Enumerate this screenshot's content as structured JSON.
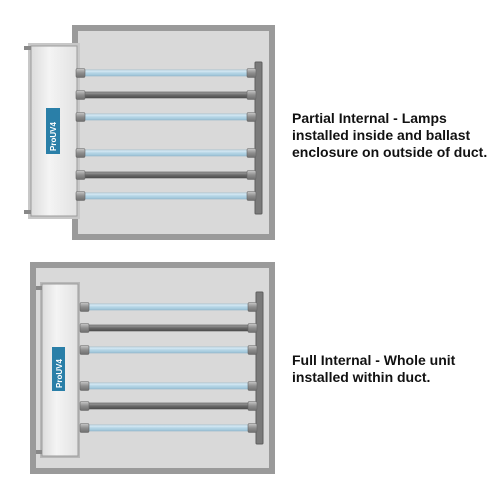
{
  "partial_internal": {
    "caption_lines": [
      "Partial Internal - Lamps",
      "installed inside and ballast",
      "enclosure on outside of duct."
    ],
    "ballast_logo_text": "ProUV4"
  },
  "full_internal": {
    "caption_lines": [
      "Full Internal - Whole unit",
      "installed within duct."
    ],
    "ballast_logo_text": "ProUV4"
  },
  "colors": {
    "duct_frame": "#9a9a9a",
    "duct_interior": "#d9d9d9",
    "ballast_box": "#f0f0f0",
    "uv_lamp": "#bcd8e8",
    "dark_tube": "#6f6f6f",
    "logo_bg": "#2a7fa8"
  }
}
